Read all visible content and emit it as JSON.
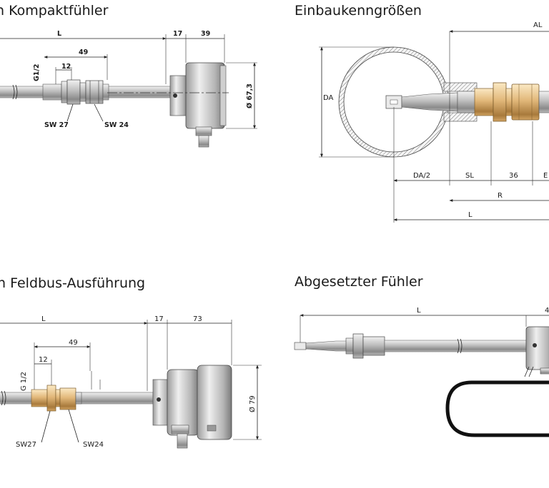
{
  "headings": {
    "compact": "n Kompaktfühler",
    "install": "Einbaukenngrößen",
    "fieldbus": "n Feldbus-Ausführung",
    "remote": "Abgesetzter Fühler"
  },
  "compact": {
    "dim_L": "L",
    "dim_17": "17",
    "dim_39": "39",
    "dim_49": "49",
    "dim_12": "12",
    "dim_thread": "G1/2",
    "dim_diameter": "Ø 67,3",
    "sw27": "SW 27",
    "sw24": "SW 24"
  },
  "install": {
    "dim_AL": "AL",
    "dim_DA": "DA",
    "dim_DA_half": "DA/2",
    "dim_SL": "SL",
    "dim_36": "36",
    "dim_E": "E",
    "dim_R": "R",
    "dim_L": "L"
  },
  "fieldbus": {
    "dim_L": "L",
    "dim_17": "17",
    "dim_73": "73",
    "dim_49": "49",
    "dim_12": "12",
    "dim_thread": "G 1/2",
    "dim_diameter": "Ø 79",
    "sw27": "SW27",
    "sw24": "SW24"
  },
  "remote": {
    "dim_L": "L",
    "dim_4": "4"
  },
  "colors": {
    "steel_light": "#e4e4e4",
    "steel_mid": "#a9a9a9",
    "steel_dark": "#6e6e6e",
    "brass_light": "#f0d6a2",
    "brass_dark": "#b9894a",
    "ink": "#1a1a1a"
  }
}
